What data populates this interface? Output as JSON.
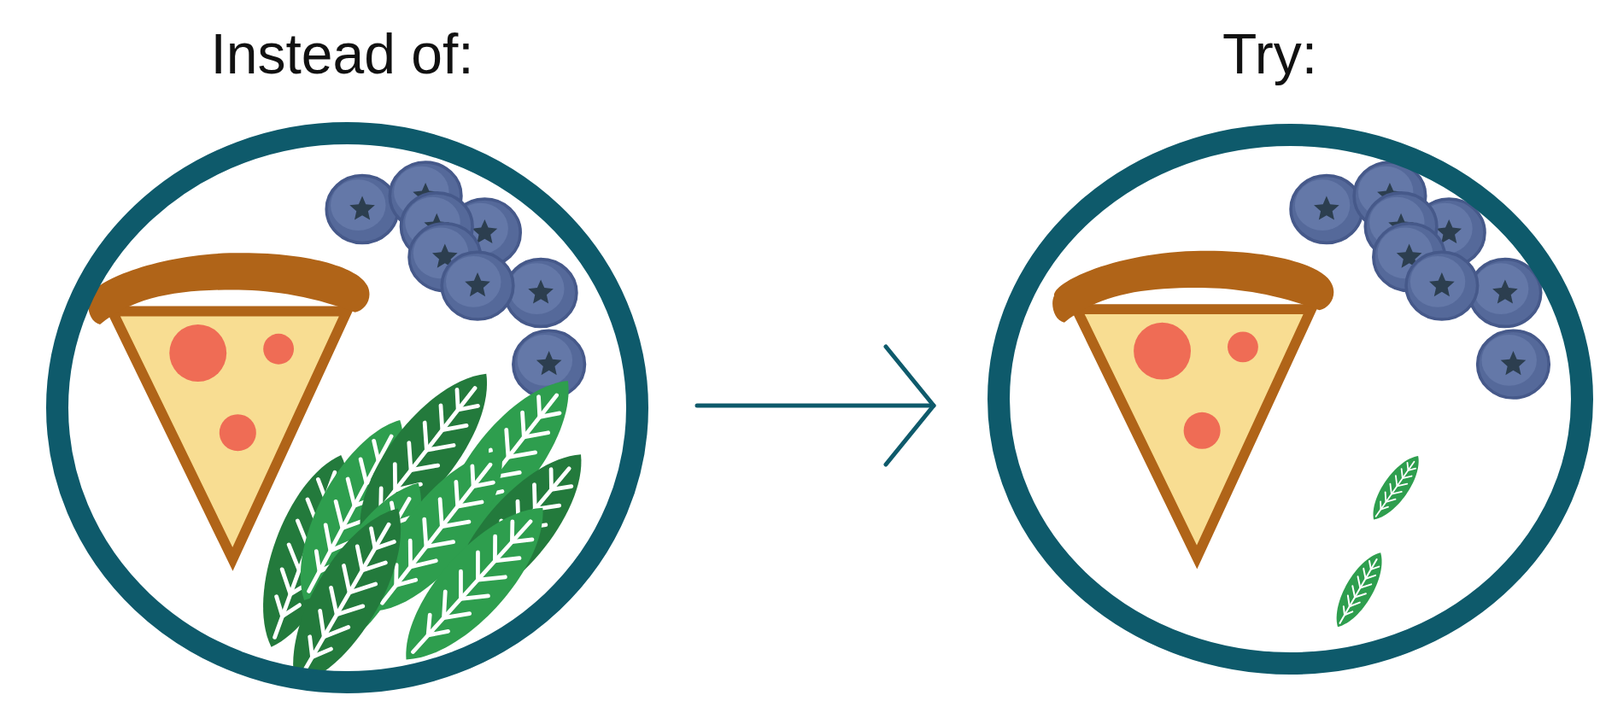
{
  "diagram": {
    "nodes": [
      {
        "text": [
          "Instead of:"
        ]
      },
      {
        "text": [
          "Try:"
        ]
      }
    ],
    "edges": [
      {
        "from": 0,
        "to": 1,
        "arrow": "to"
      }
    ]
  }
}
